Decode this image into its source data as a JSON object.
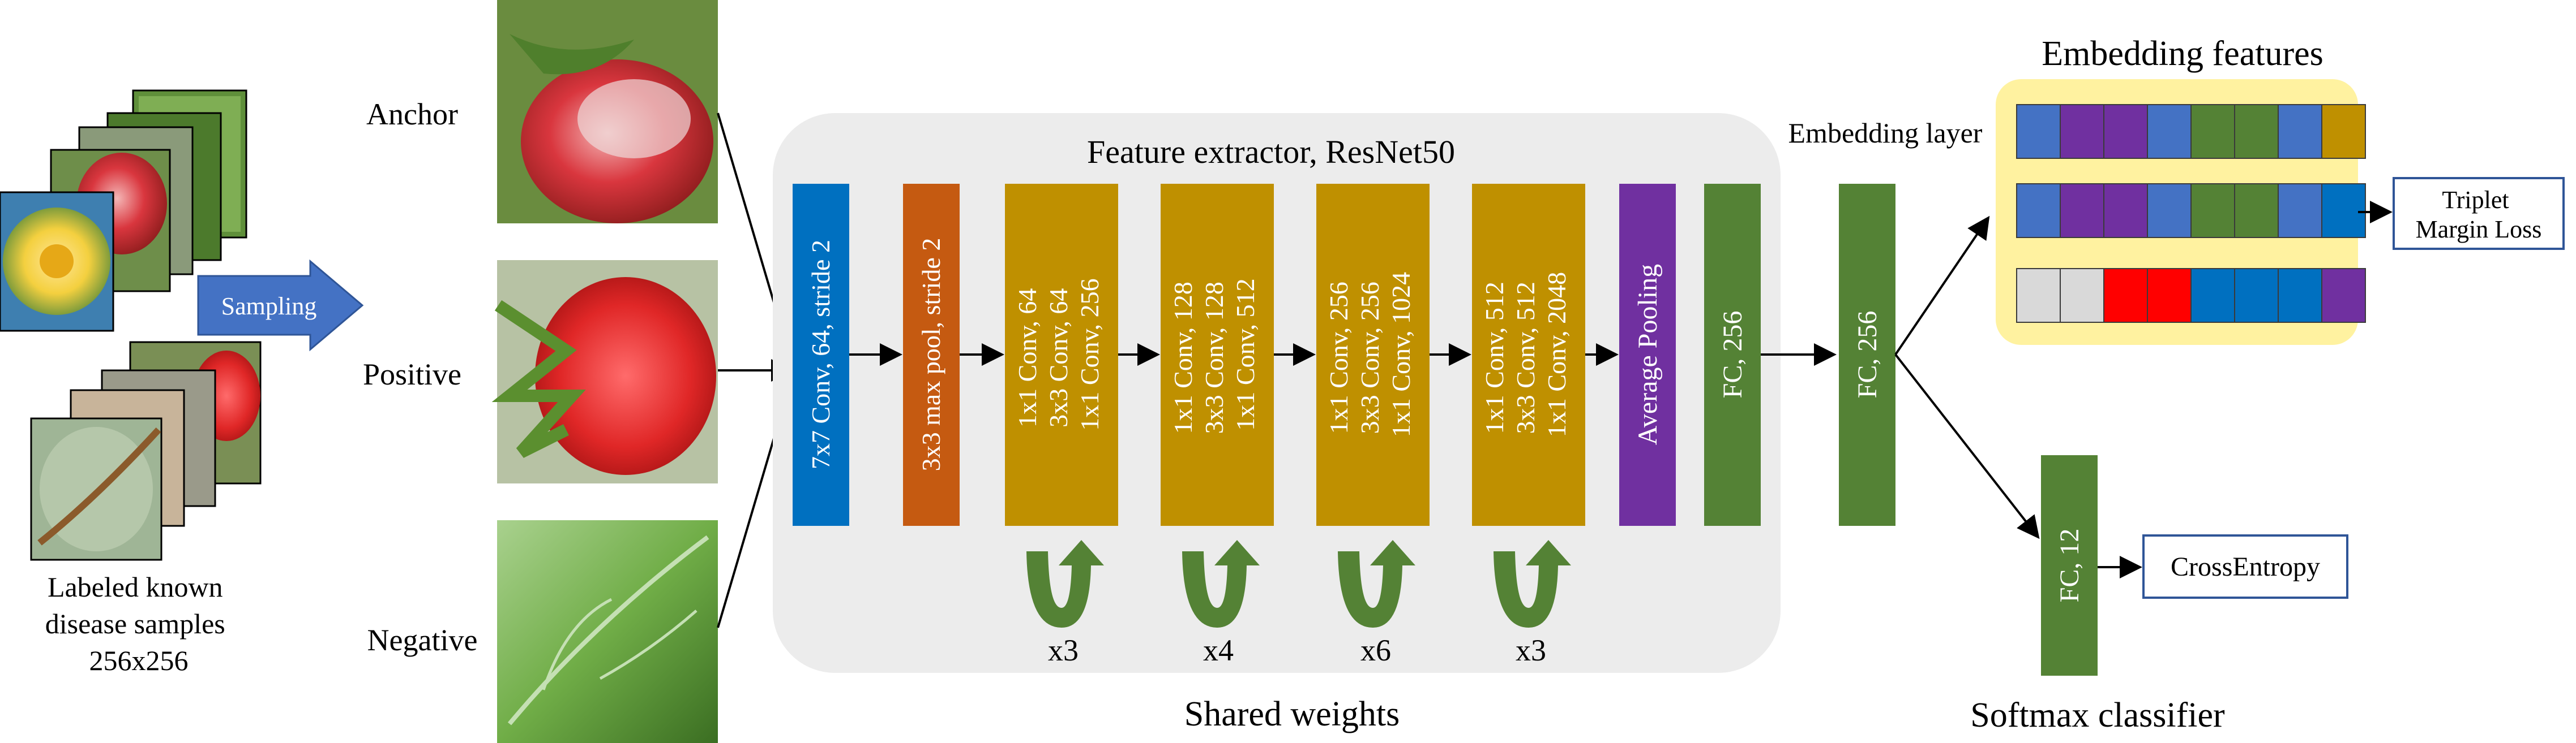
{
  "input": {
    "caption_lines": [
      "Labeled known",
      "disease samples",
      "256x256"
    ],
    "sampling_label": "Sampling"
  },
  "triplet": {
    "anchor": "Anchor",
    "positive": "Positive",
    "negative": "Negative",
    "shared_weights": "Shared weights"
  },
  "extractor": {
    "title": "Feature extractor, ResNet50",
    "conv1": "7x7 Conv, 64, stride 2",
    "pool": "3x3 max pool, stride 2",
    "stages": [
      {
        "lines": [
          "1x1 Conv, 64",
          "3x3 Conv, 64",
          "1x1 Conv, 256"
        ],
        "repeat": "x3"
      },
      {
        "lines": [
          "1x1 Conv, 128",
          "3x3 Conv, 128",
          "1x1 Conv, 512"
        ],
        "repeat": "x4"
      },
      {
        "lines": [
          "1x1 Conv, 256",
          "3x3 Conv, 256",
          "1x1 Conv, 1024"
        ],
        "repeat": "x6"
      },
      {
        "lines": [
          "1x1 Conv, 512",
          "3x3 Conv, 512",
          "1x1 Conv, 2048"
        ],
        "repeat": "x3"
      }
    ],
    "avgpool": "Average Pooling",
    "fc": "FC, 256"
  },
  "embedding": {
    "layer_label": "Embedding layer",
    "fc": "FC, 256",
    "features_title": "Embedding features",
    "rows": [
      [
        "#4472c4",
        "#7030a0",
        "#7030a0",
        "#4472c4",
        "#548235",
        "#548235",
        "#4472c4",
        "#bf9000"
      ],
      [
        "#4472c4",
        "#7030a0",
        "#7030a0",
        "#4472c4",
        "#548235",
        "#548235",
        "#4472c4",
        "#0070c0"
      ],
      [
        "#d9d9d9",
        "#d9d9d9",
        "#ff0000",
        "#ff0000",
        "#0070c0",
        "#0070c0",
        "#0070c0",
        "#7030a0"
      ]
    ],
    "loss_lines": [
      "Triplet",
      "Margin Loss"
    ]
  },
  "classifier": {
    "fc": "FC, 12",
    "loss": "CrossEntropy",
    "title": "Softmax classifier"
  },
  "colors": {
    "conv1": "#0070c0",
    "pool": "#c55a11",
    "stage": "#bf9000",
    "avgpool": "#7030a0",
    "fc": "#548235",
    "panel": "#ececec",
    "embed_bg": "#fff2a0",
    "sampling_arrow": "#4472c4",
    "loop_arrow": "#548235"
  }
}
